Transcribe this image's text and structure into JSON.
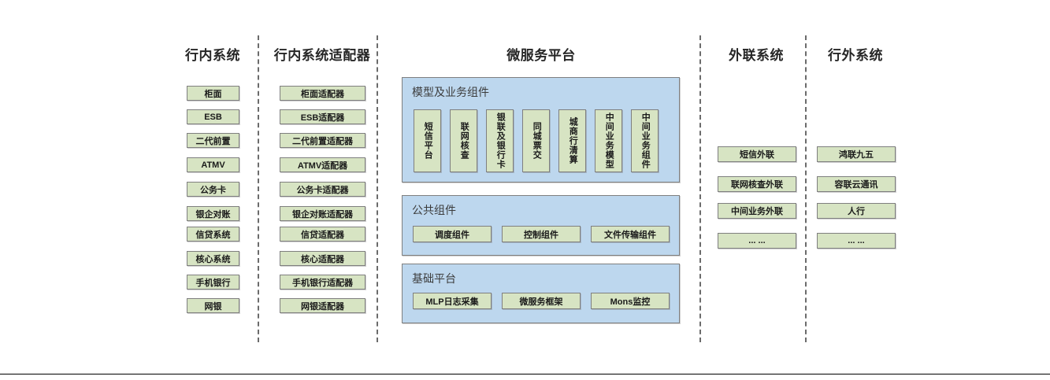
{
  "diagram": {
    "title_bank_internal": "行内系统",
    "title_adapter": "行内系统适配器",
    "title_platform": "微服务平台",
    "title_external_link": "外联系统",
    "title_outside_bank": "行外系统",
    "colors": {
      "green_fill": "#d7e4c3",
      "blue_fill": "#bdd7ee",
      "border": "#7f7f7f",
      "dash": "#6b6b6b",
      "title_text": "#262626"
    },
    "columns": [
      {
        "name": "bank-internal-systems",
        "title": "行内系统",
        "items": [
          "柜面",
          "ESB",
          "二代前置",
          "ATMV",
          "公务卡",
          "银企对账",
          "信贷系统",
          "核心系统",
          "手机银行",
          "网银"
        ]
      },
      {
        "name": "bank-internal-adapters",
        "title": "行内系统适配器",
        "items": [
          "柜面适配器",
          "ESB适配器",
          "二代前置适配器",
          "ATMV适配器",
          "公务卡适配器",
          "银企对账适配器",
          "信贷适配器",
          "核心适配器",
          "手机银行适配器",
          "网银适配器"
        ]
      },
      {
        "name": "external-link-systems",
        "title": "外联系统",
        "items": [
          "短信外联",
          "联网核查外联",
          "中间业务外联",
          "... ..."
        ]
      },
      {
        "name": "outside-bank-systems",
        "title": "行外系统",
        "items": [
          "鸿联九五",
          "容联云通讯",
          "人行",
          "... ..."
        ]
      }
    ],
    "platform": {
      "title": "微服务平台",
      "panels": [
        {
          "name": "model-and-business-components",
          "label": "模型及业务组件",
          "orientation": "vertical",
          "items": [
            "短信平台",
            "联网核查",
            "银联及银行卡",
            "同城票交",
            "城商行清算",
            "中间业务模型",
            "中间业务组件"
          ]
        },
        {
          "name": "public-components",
          "label": "公共组件",
          "orientation": "horizontal",
          "items": [
            "调度组件",
            "控制组件",
            "文件传输组件"
          ]
        },
        {
          "name": "base-platform",
          "label": "基础平台",
          "orientation": "horizontal",
          "items": [
            "MLP日志采集",
            "微服务框架",
            "Mons监控"
          ]
        }
      ]
    }
  }
}
